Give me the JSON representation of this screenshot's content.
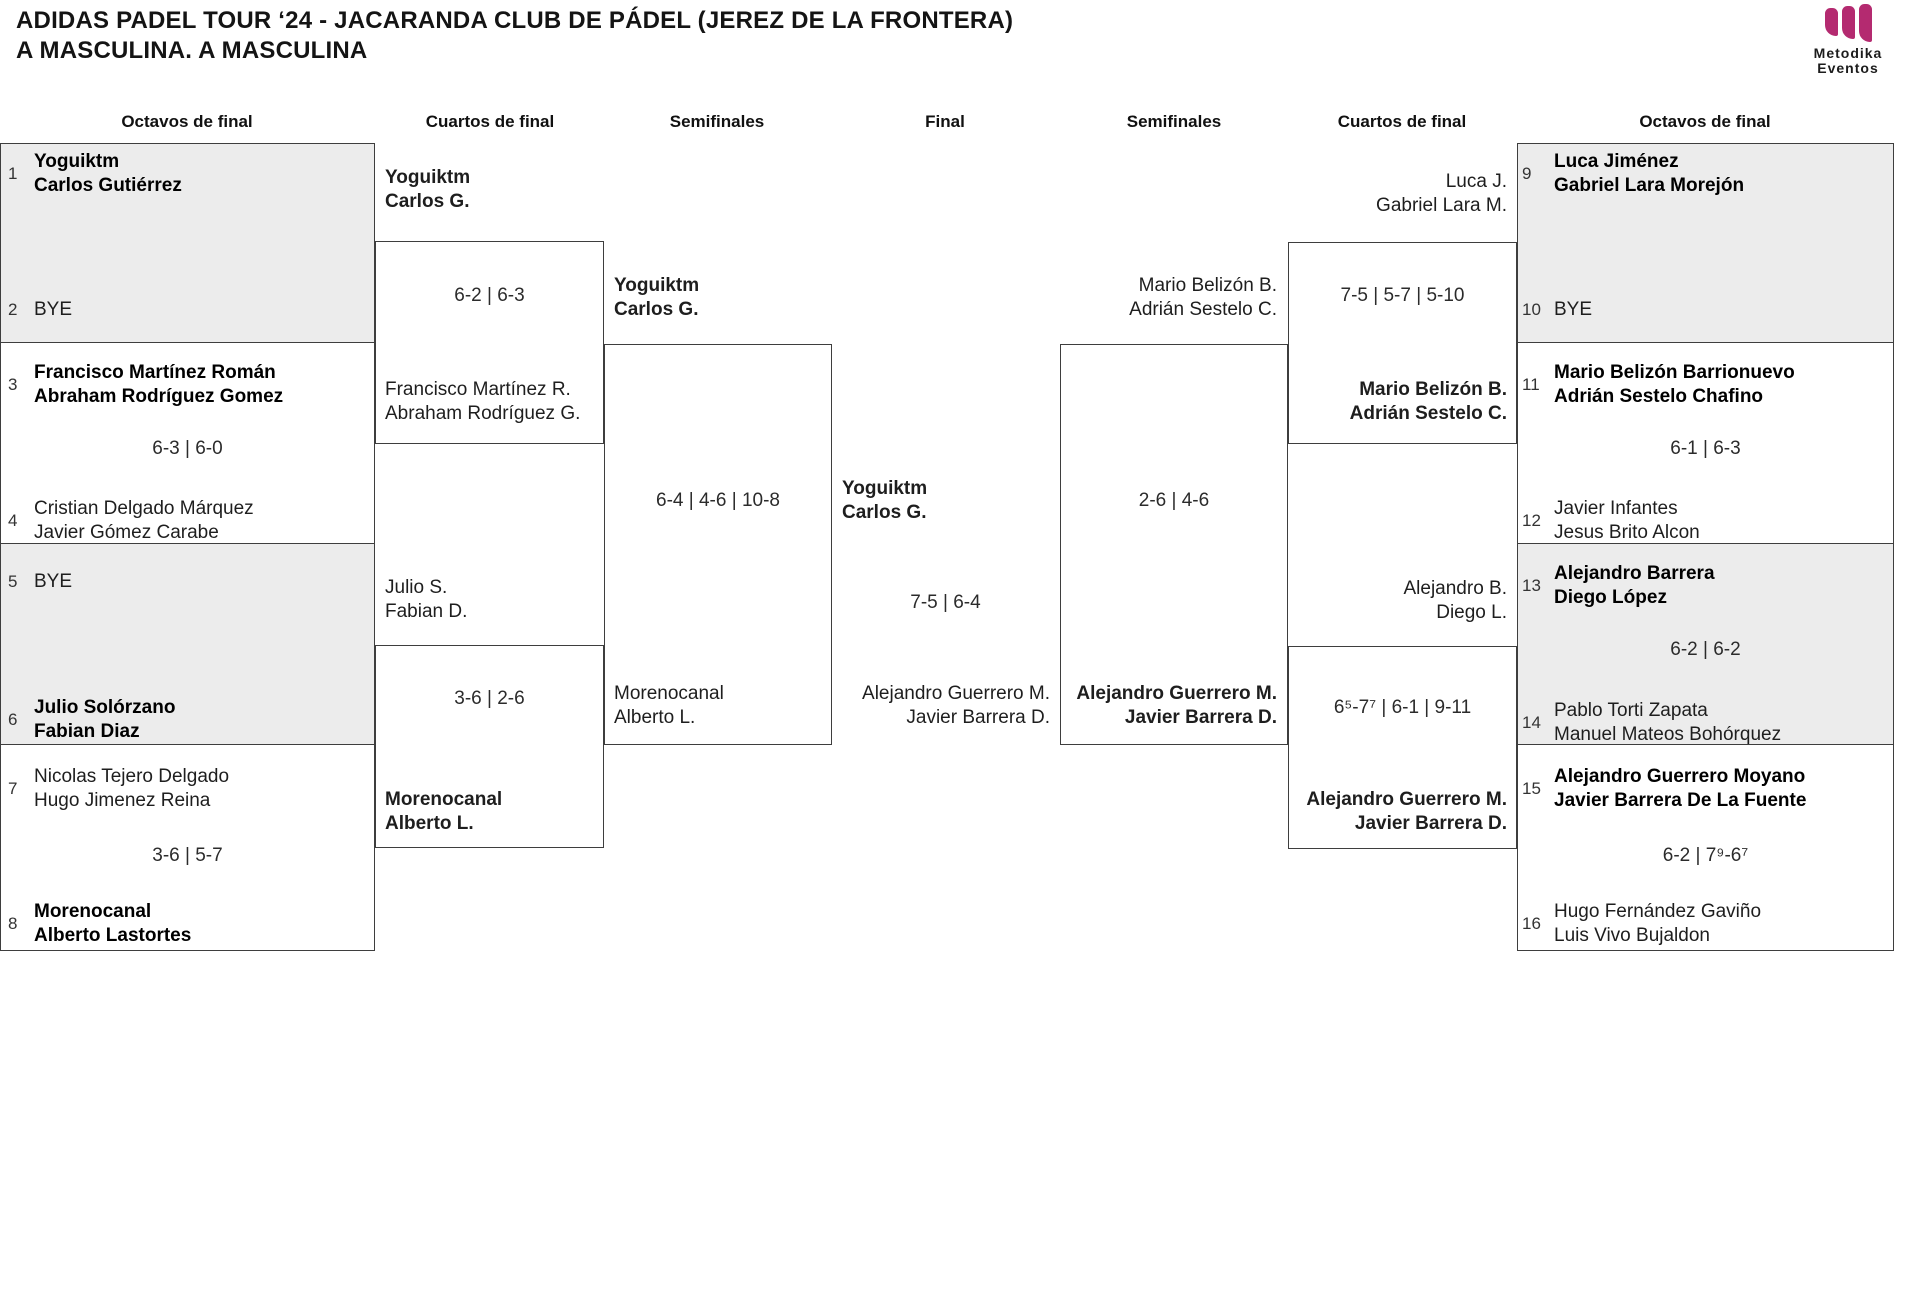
{
  "title": "ADIDAS PADEL TOUR ‘24 - JACARANDA CLUB DE PÁDEL (JEREZ DE LA FRONTERA)",
  "subtitle": "A MASCULINA. A MASCULINA",
  "logo": {
    "word1": "Metodika",
    "word2": "Eventos",
    "color": "#b42a70"
  },
  "colors": {
    "box_fill_gray": "#ececec",
    "box_border": "#3e3e3e",
    "text": "#1e1e1e"
  },
  "round_labels": [
    "Octavos de final",
    "Cuartos de final",
    "Semifinales",
    "Final",
    "Semifinales",
    "Cuartos de final",
    "Octavos de final"
  ],
  "octavos_left": [
    {
      "seed": "1",
      "name1": "Yoguiktm",
      "name2": "Carlos Gutiérrez",
      "winner": true
    },
    {
      "seed": "2",
      "name1": "BYE",
      "name2": "",
      "winner": false
    },
    {
      "seed": "3",
      "name1": "Francisco Martínez Román",
      "name2": "Abraham Rodríguez Gomez",
      "winner": true
    },
    {
      "seed": "4",
      "name1": "Cristian Delgado Márquez",
      "name2": "Javier Gómez Carabe",
      "winner": false
    },
    {
      "seed": "5",
      "name1": "BYE",
      "name2": "",
      "winner": false
    },
    {
      "seed": "6",
      "name1": "Julio Solórzano",
      "name2": "Fabian Diaz",
      "winner": true
    },
    {
      "seed": "7",
      "name1": "Nicolas Tejero Delgado",
      "name2": "Hugo Jimenez Reina",
      "winner": false
    },
    {
      "seed": "8",
      "name1": "Morenocanal",
      "name2": "Alberto Lastortes",
      "winner": true
    }
  ],
  "octavos_left_scores": {
    "match2": "6-3 | 6-0",
    "match4": "3-6 | 5-7"
  },
  "octavos_right": [
    {
      "seed": "9",
      "name1": "Luca Jiménez",
      "name2": "Gabriel Lara Morejón",
      "winner": true
    },
    {
      "seed": "10",
      "name1": "BYE",
      "name2": "",
      "winner": false
    },
    {
      "seed": "11",
      "name1": "Mario Belizón Barrionuevo",
      "name2": "Adrián Sestelo Chafino",
      "winner": true
    },
    {
      "seed": "12",
      "name1": "Javier Infantes",
      "name2": "Jesus Brito Alcon",
      "winner": false
    },
    {
      "seed": "13",
      "name1": "Alejandro Barrera",
      "name2": "Diego López",
      "winner": true
    },
    {
      "seed": "14",
      "name1": "Pablo Torti Zapata",
      "name2": "Manuel Mateos Bohórquez",
      "winner": false
    },
    {
      "seed": "15",
      "name1": "Alejandro Guerrero Moyano",
      "name2": "Javier Barrera De La Fuente",
      "winner": true
    },
    {
      "seed": "16",
      "name1": "Hugo Fernández Gaviño",
      "name2": "Luis Vivo Bujaldon",
      "winner": false
    }
  ],
  "octavos_right_scores": {
    "match2": "6-1 | 6-3",
    "match3": "6-2 | 6-2",
    "match4": "6-2 | 7⁹-6⁷"
  },
  "cuartos_left": [
    {
      "top1": "Yoguiktm",
      "top2": "Carlos G.",
      "top_winner": true,
      "score": "6-2 | 6-3",
      "bottom1": "Francisco Martínez R.",
      "bottom2": "Abraham Rodríguez G.",
      "bottom_winner": false
    },
    {
      "top1": "Julio S.",
      "top2": "Fabian D.",
      "top_winner": false,
      "score": "3-6 | 2-6",
      "bottom1": "Morenocanal",
      "bottom2": "Alberto L.",
      "bottom_winner": true
    }
  ],
  "cuartos_right": [
    {
      "top1": "Luca J.",
      "top2": "Gabriel Lara M.",
      "top_winner": false,
      "score": "7-5 | 5-7 | 5-10",
      "bottom1": "Mario Belizón B.",
      "bottom2": "Adrián Sestelo C.",
      "bottom_winner": true
    },
    {
      "top1": "Alejandro B.",
      "top2": "Diego L.",
      "top_winner": false,
      "score": "6⁵-7⁷ | 6-1 | 9-11",
      "bottom1": "Alejandro Guerrero M.",
      "bottom2": "Javier Barrera D.",
      "bottom_winner": true
    }
  ],
  "semifinal_left": {
    "top1": "Yoguiktm",
    "top2": "Carlos G.",
    "top_winner": true,
    "score": "6-4 | 4-6 | 10-8",
    "bottom1": "Morenocanal",
    "bottom2": "Alberto L.",
    "bottom_winner": false
  },
  "semifinal_right": {
    "top1": "Mario Belizón B.",
    "top2": "Adrián Sestelo C.",
    "top_winner": false,
    "score": "2-6 | 4-6",
    "bottom1": "Alejandro Guerrero M.",
    "bottom2": "Javier Barrera D.",
    "bottom_winner": true
  },
  "final": {
    "winner1": "Yoguiktm",
    "winner2": "Carlos G.",
    "winner_bold": true,
    "score": "7-5 | 6-4",
    "runner_up1": "Alejandro Guerrero M.",
    "runner_up2": "Javier Barrera D."
  }
}
